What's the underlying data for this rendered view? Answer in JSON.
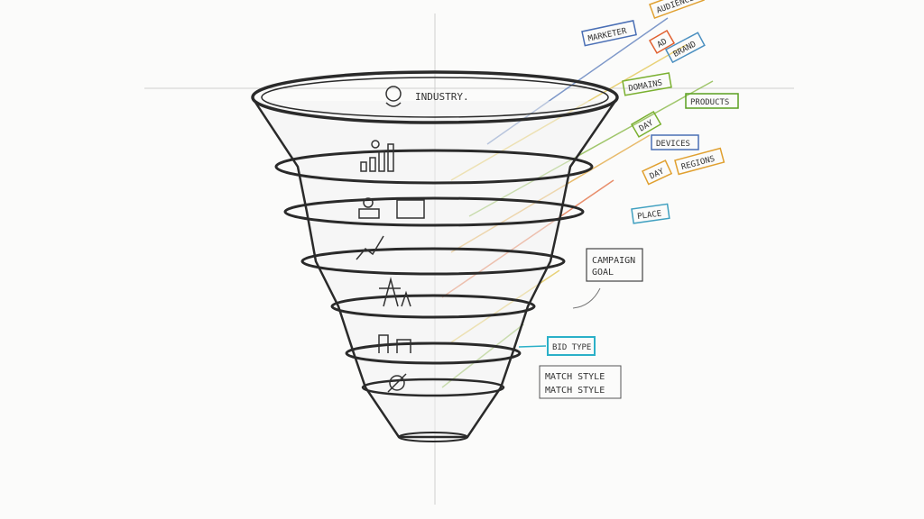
{
  "funnel": {
    "top_label": "INDUSTRY.",
    "campaign_goal": [
      "CAMPAIGN",
      "GOAL"
    ],
    "bid_type": "BID TYPE",
    "match_style": [
      "MATCH STYLE",
      "MATCH STYLE"
    ]
  },
  "tags": [
    {
      "text": "MARKETER",
      "color": "#4a6fb5"
    },
    {
      "text": "AUDIENCE",
      "color": "#e0a030"
    },
    {
      "text": "AD",
      "color": "#e06030"
    },
    {
      "text": "BRAND",
      "color": "#4a8fc0"
    },
    {
      "text": "DOMAINS",
      "color": "#7ab030"
    },
    {
      "text": "PRODUCTS",
      "color": "#5aa020"
    },
    {
      "text": "DAY",
      "color": "#7ab030"
    },
    {
      "text": "DEVICES",
      "color": "#4a6fb5"
    },
    {
      "text": "DAY",
      "color": "#e0a030"
    },
    {
      "text": "REGIONS",
      "color": "#e0a030"
    },
    {
      "text": "PLACE",
      "color": "#40a0c0"
    }
  ],
  "colors": {
    "ink": "#2a2a2a",
    "bid_type": "#2bb0c8"
  }
}
